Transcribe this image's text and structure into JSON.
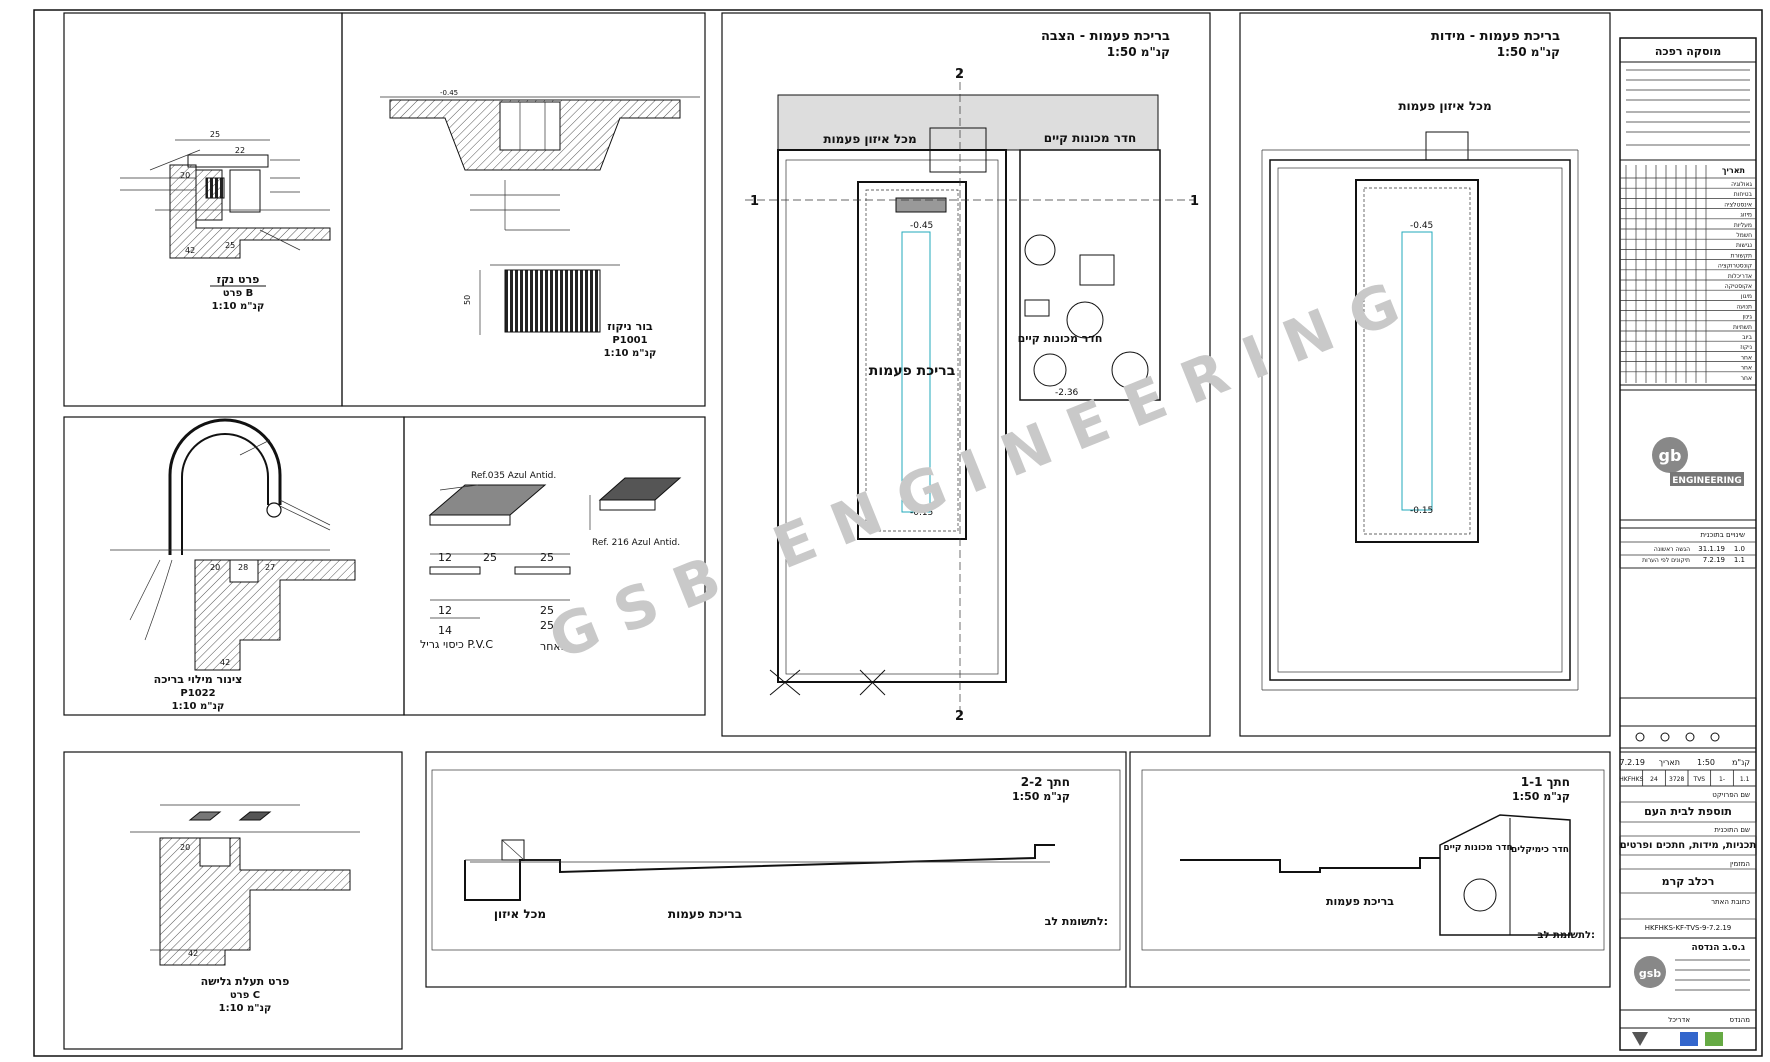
{
  "watermark": "GSB ENGINEERING",
  "plans": {
    "dims_title": "בריכת פעמות - מידות",
    "dims_scale": "קנ\"מ 1:50",
    "install_title": "בריכת פעמות - הצבה",
    "install_scale": "קנ\"מ 1:50",
    "balance_tank": "מכל איזון פעמות",
    "balance_tank_short": "מכל איזון",
    "pool": "בריכת פעמות",
    "machine_room": "חדר מכונות קיים",
    "level_a": "-0.45",
    "level_b": "-0.15",
    "level_c": "-2.36",
    "axis_1": "1",
    "axis_2": "2"
  },
  "details": {
    "d1_title": "פרט נקז",
    "d1_sub": "פרט B",
    "d1_scale": "קנ\"מ 1:10",
    "d2_title": "בור ניקוז",
    "d2_code": "P1001",
    "d2_scale": "קנ\"מ 1:10",
    "d3_title": "צינור מילוי בריכה",
    "d3_code": "P1022",
    "d3_scale": "קנ\"מ 1:10",
    "d4_ref1": "Ref.035 Azul Antid.",
    "d4_ref2": "Ref. 216 Azul Antid.",
    "d4_cover": "כיסוי גריל P.V.C",
    "d4_dim_25a": "25",
    "d4_dim_25b": "25",
    "d4_dim_12a": "12",
    "d4_dim_12b": "12",
    "d4_dim_14": "14",
    "d4_dim_25c": "25",
    "d4_dim_25d": "25",
    "d4_supplier": "מאחר",
    "d5_title": "פרט תעלת גלישה",
    "d5_sub": "פרט C",
    "d5_scale": "קנ\"מ 1:10"
  },
  "sections": {
    "s2_title": "חתך 2-2",
    "s2_scale": "קנ\"מ 1:50",
    "s2_tank": "מכל איזון",
    "s2_pool": "בריכת פעמות",
    "s2_note": "לתשומת לב:",
    "s1_title": "חתך 1-1",
    "s1_scale": "קנ\"מ 1:50",
    "s1_pool": "בריכת פעמות",
    "s1_machine": "חדר מכונות קיים",
    "s1_room": "חדר כימיקלים",
    "s1_note": "לתשומת לב:"
  },
  "titleblock": {
    "header": "מוסקה רפכה",
    "rev_head": "תאריך",
    "rows": [
      "גאולוגיה",
      "בטיחות",
      "אינסטלציה",
      "מיזוג",
      "מעליות",
      "חשמל",
      "נגישות",
      "תקשורת",
      "קונסטרוקציה",
      "אדריכלות",
      "אקוסטיקה",
      "מיגון",
      "תנועה",
      "גינון",
      "תשתיות",
      "ביוב",
      "ניקוז",
      "אחר",
      "אחר",
      "אחר"
    ],
    "logo_text": "ENGINEERING",
    "rev_title": "שינויים בתוכנית",
    "rev1_no": "1.0",
    "rev1_date": "31.1.19",
    "rev1_desc": "הגשה ראשונה",
    "rev2_no": "1.1",
    "rev2_date": "7.2.19",
    "rev2_desc": "תיקונים לפי הערות",
    "scale_label": "קנ\"מ",
    "scale_val": "1:50",
    "date_label": "תאריך",
    "date_val": "7.2.19",
    "sheet_codes": [
      "HKFHKS",
      "24",
      "3728",
      "TVS",
      "1-",
      "1.1"
    ],
    "project_head": "שם הפרויקט",
    "project_name": "תוספת לבית העם",
    "drawing_head": "שם התוכנית",
    "drawing_name": "תכניות, מידות, חתכים ופרטים",
    "client_head": "המזמין",
    "client_name": "רכלב קרמ",
    "address": "כתובת האתר",
    "file_code": "HKFHKS-KF-TVS-9-7.2.19",
    "company": "ג.ס.ב הנדסה",
    "bottom_1": "מהנדס",
    "bottom_2": "אדריכל",
    "logo2": "gsb"
  }
}
